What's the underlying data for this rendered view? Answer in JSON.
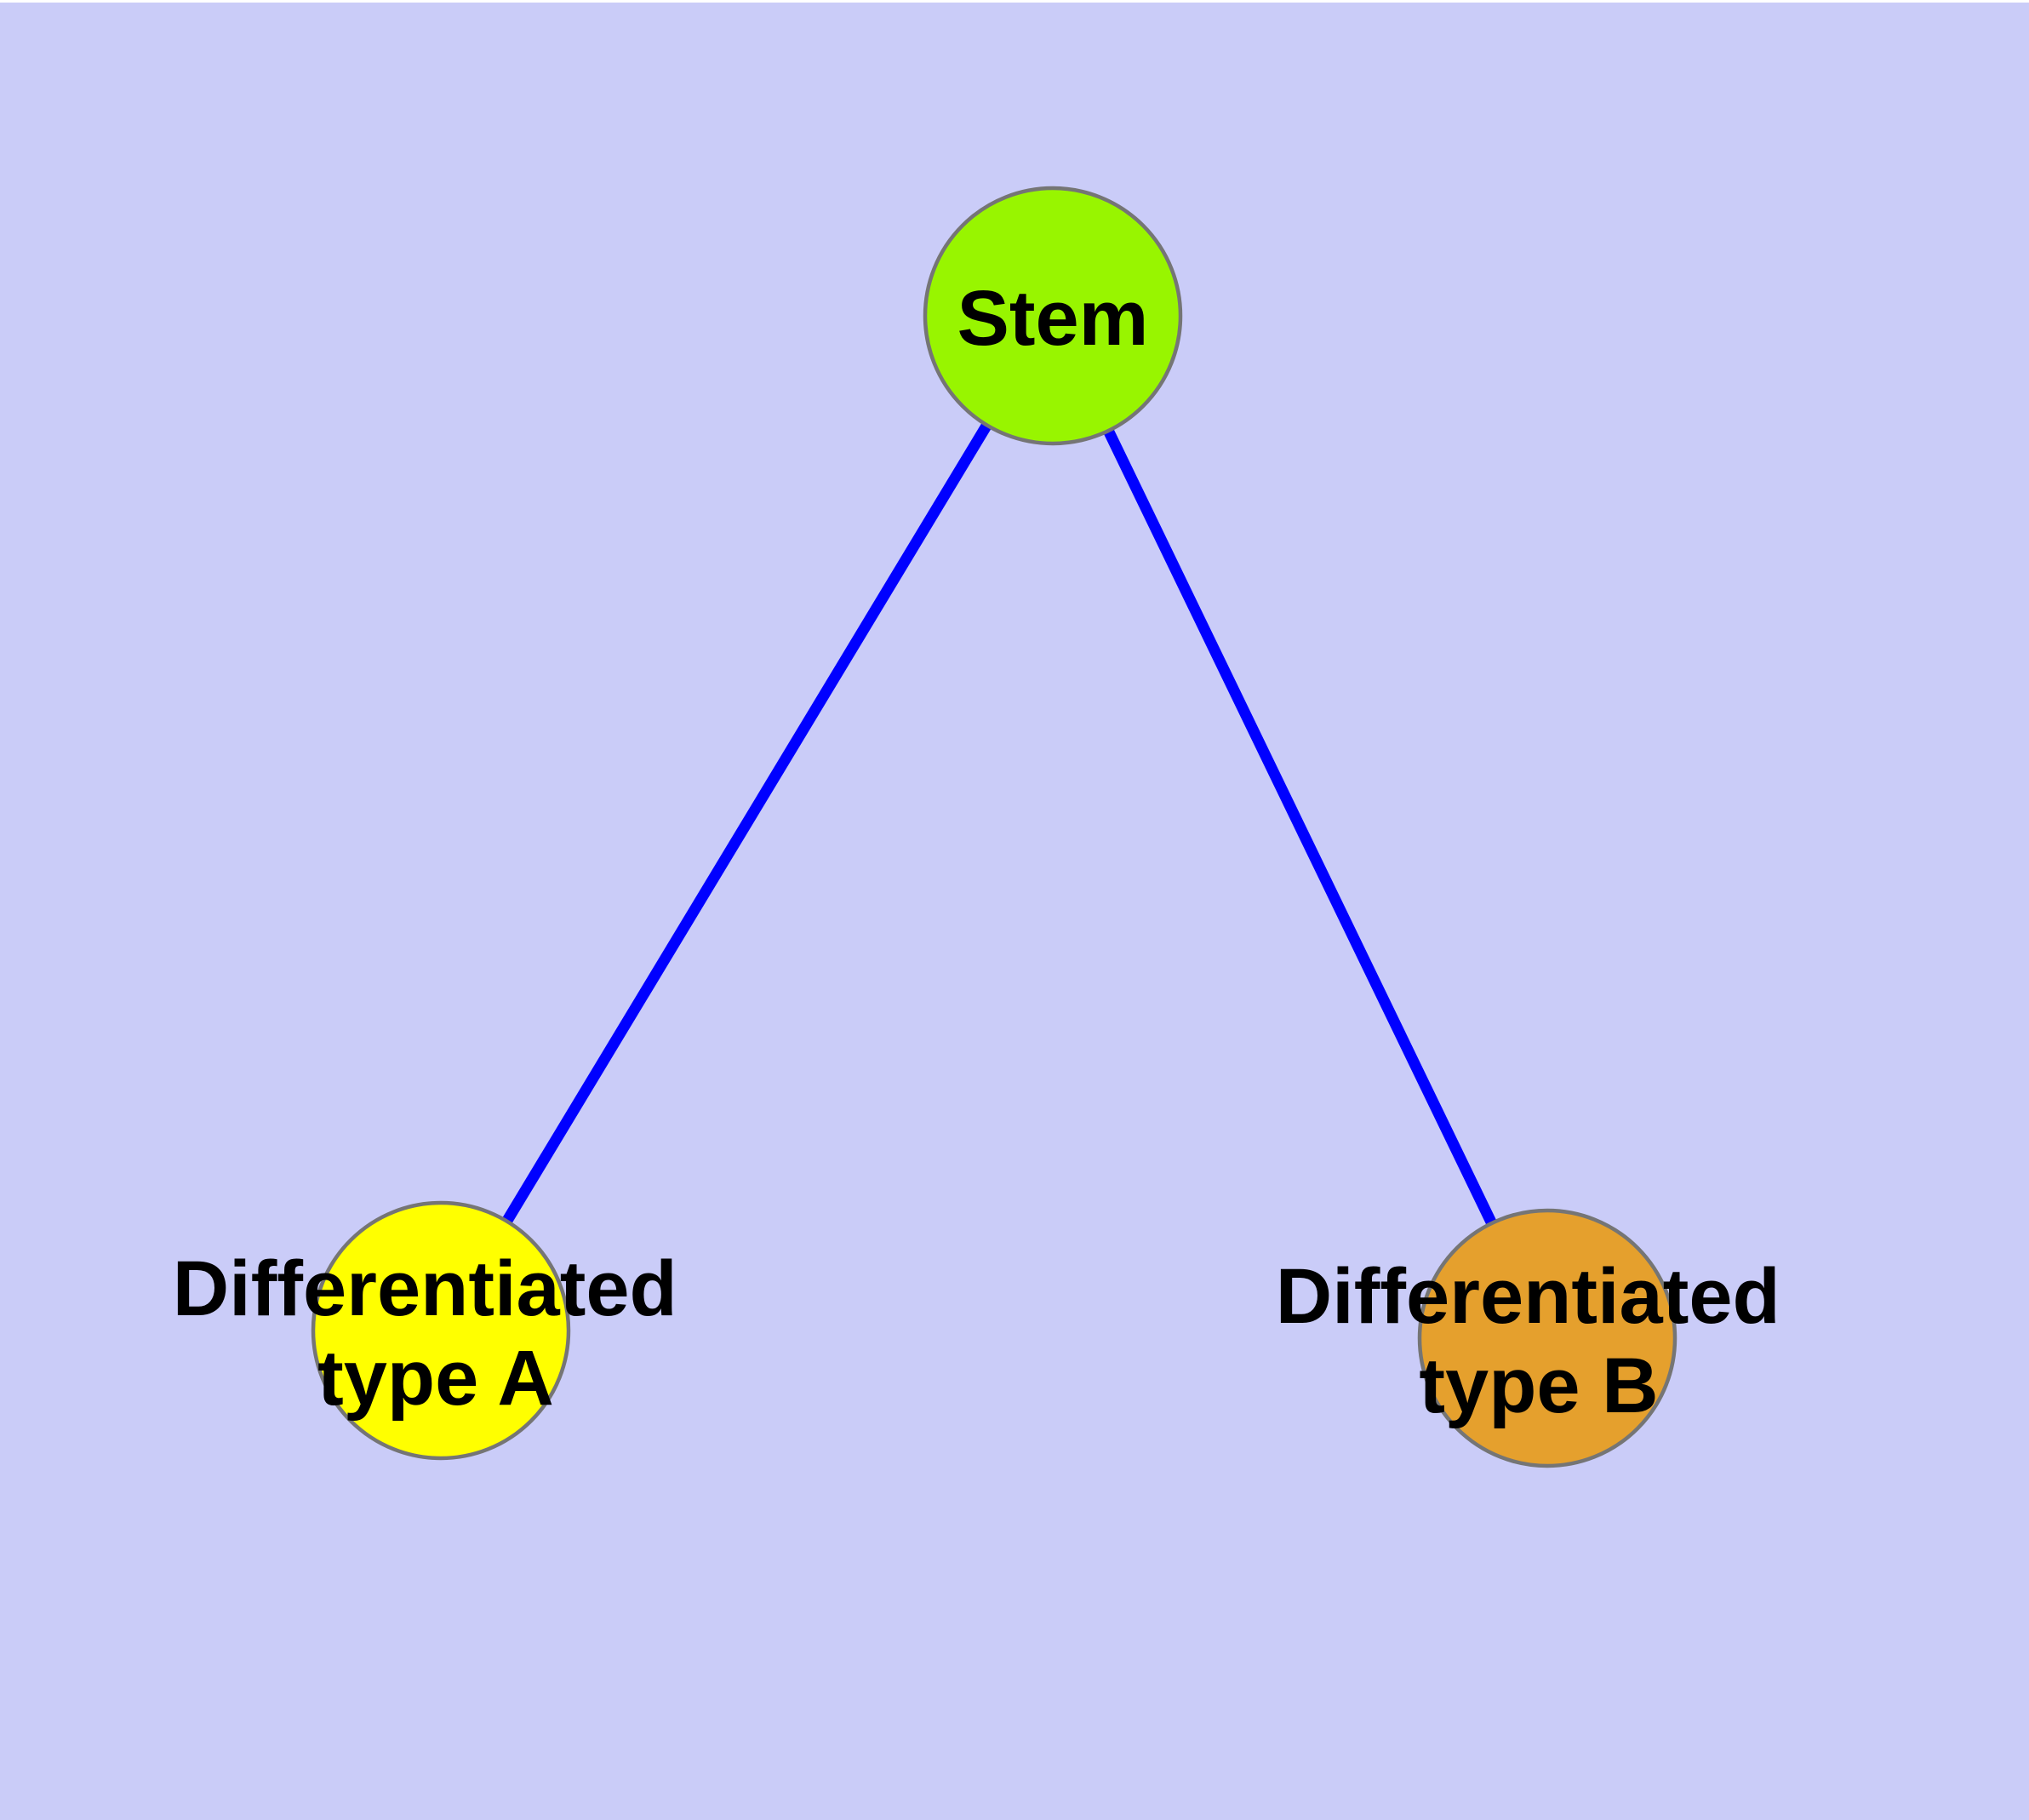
{
  "diagram": {
    "title": "stem-cell-differentiation-graph",
    "background_color": "#CACCF8",
    "top_margin_color": "#FFFFFF",
    "edge_color": "#0000FF",
    "node_border_color": "#757575",
    "label_color": "#000000",
    "nodes": [
      {
        "id": "stem",
        "label": "Stem",
        "fill": "#98F500"
      },
      {
        "id": "type-a",
        "label_line1": "Differentiated",
        "label_line2": "type A",
        "fill": "#FFFF00"
      },
      {
        "id": "type-b",
        "label_line1": "Differentiated",
        "label_line2": "type B",
        "fill": "#E5A02D"
      }
    ],
    "edges": [
      {
        "from": "stem",
        "to": "type-a"
      },
      {
        "from": "stem",
        "to": "type-b"
      }
    ]
  }
}
